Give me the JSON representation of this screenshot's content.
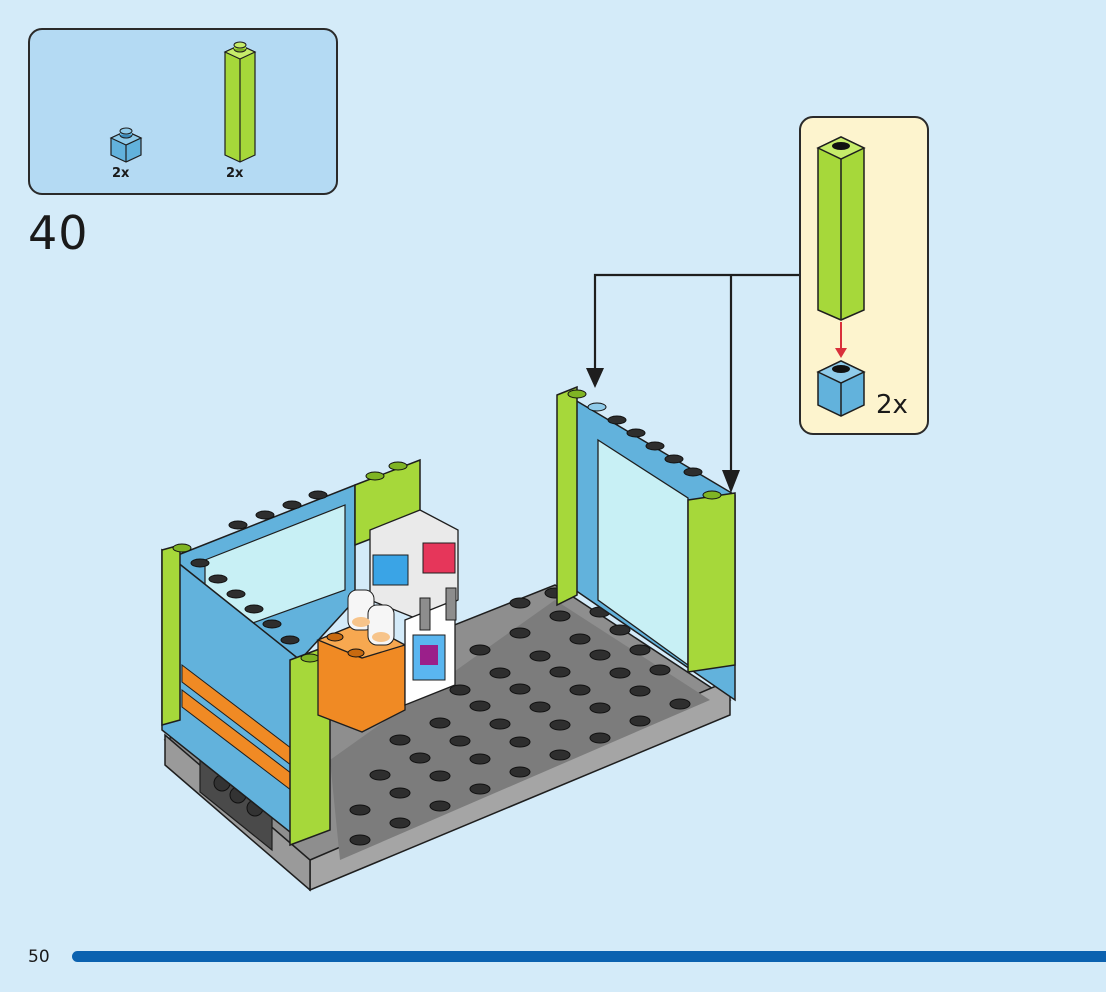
{
  "parts_list": {
    "items": [
      {
        "part": "light-blue-1x1-brick",
        "quantity": "2x"
      },
      {
        "part": "lime-1x1x6-column",
        "quantity": "2x"
      }
    ]
  },
  "step": {
    "number": "40"
  },
  "sub_assembly": {
    "quantity": "2x"
  },
  "page": {
    "number": "50"
  },
  "colors": {
    "background": "#d4ebf9",
    "parts_box": "#b4daf3",
    "sub_box": "#fdf4ce",
    "lime": "#a6d83a",
    "light_blue": "#62b2dc",
    "page_bar": "#0b62b0",
    "red_arrow": "#d9303b"
  }
}
